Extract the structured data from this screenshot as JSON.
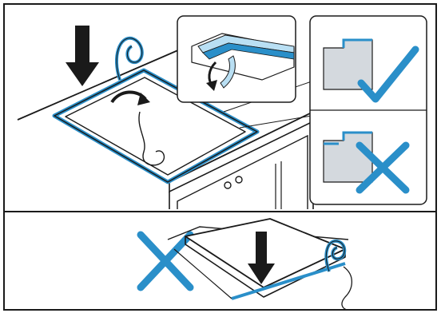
{
  "figure": {
    "panels": [
      {
        "id": "top",
        "subject": "sealing-tape-applied-around-hob-cutout",
        "insets": [
          {
            "id": "tape-detail",
            "verdict": null
          },
          {
            "id": "tape-correct",
            "verdict": "correct"
          },
          {
            "id": "tape-incorrect",
            "verdict": "incorrect"
          }
        ]
      },
      {
        "id": "bottom",
        "subject": "hob-lowered-onto-tape",
        "verdict": "incorrect"
      }
    ],
    "colors": {
      "line": "#1a1a1a",
      "accent": "#2a8fc9",
      "accent_light": "#b9dff3",
      "check": "#2a8fc9",
      "cross": "#2a8fc9",
      "grey_fill": "#d4d9de"
    },
    "icons": [
      "down-arrow-icon",
      "curved-arrow-icon",
      "check-mark-icon",
      "cross-mark-icon"
    ]
  }
}
